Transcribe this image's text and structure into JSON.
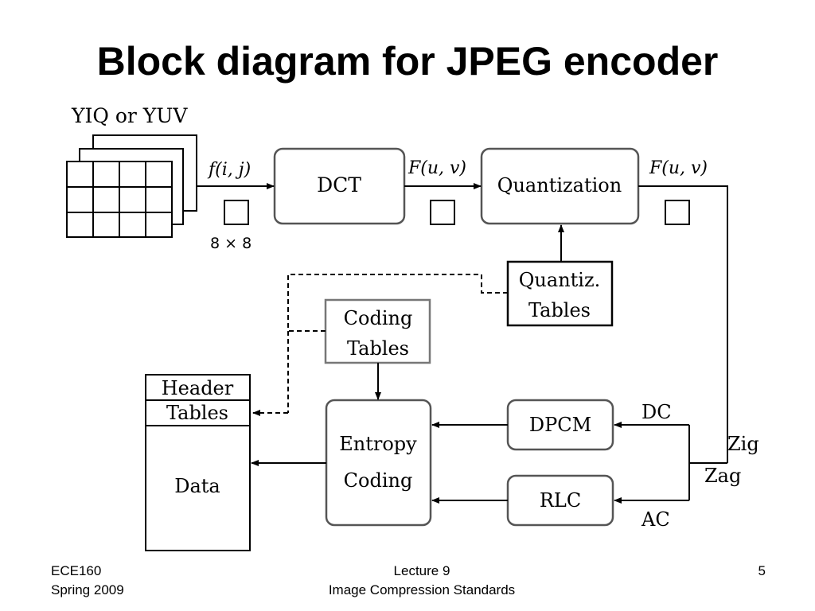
{
  "slide": {
    "title": "Block diagram for JPEG encoder"
  },
  "diagram": {
    "input_label": "YIQ or YUV",
    "signal_spatial": "f(i, j)",
    "block_size": "8 × 8",
    "signal_dct_1": "F(u, v)",
    "signal_dct_2": "F(u, v)",
    "dct_block": "DCT",
    "quantization_block": "Quantization",
    "quantiz_tables": [
      "Quantiz.",
      "Tables"
    ],
    "coding_tables": [
      "Coding",
      "Tables"
    ],
    "entropy_coding": [
      "Entropy",
      "Coding"
    ],
    "dpcm_block": "DPCM",
    "rlc_block": "RLC",
    "dc_label": "DC",
    "ac_label": "AC",
    "zigzag_label": [
      "Zig",
      "Zag"
    ],
    "output": {
      "header": "Header",
      "tables": "Tables",
      "data": "Data"
    }
  },
  "footer": {
    "course": "ECE160",
    "term": "Spring 2009",
    "lecture": "Lecture 9",
    "topic": "Image Compression Standards",
    "page_number": "5"
  }
}
